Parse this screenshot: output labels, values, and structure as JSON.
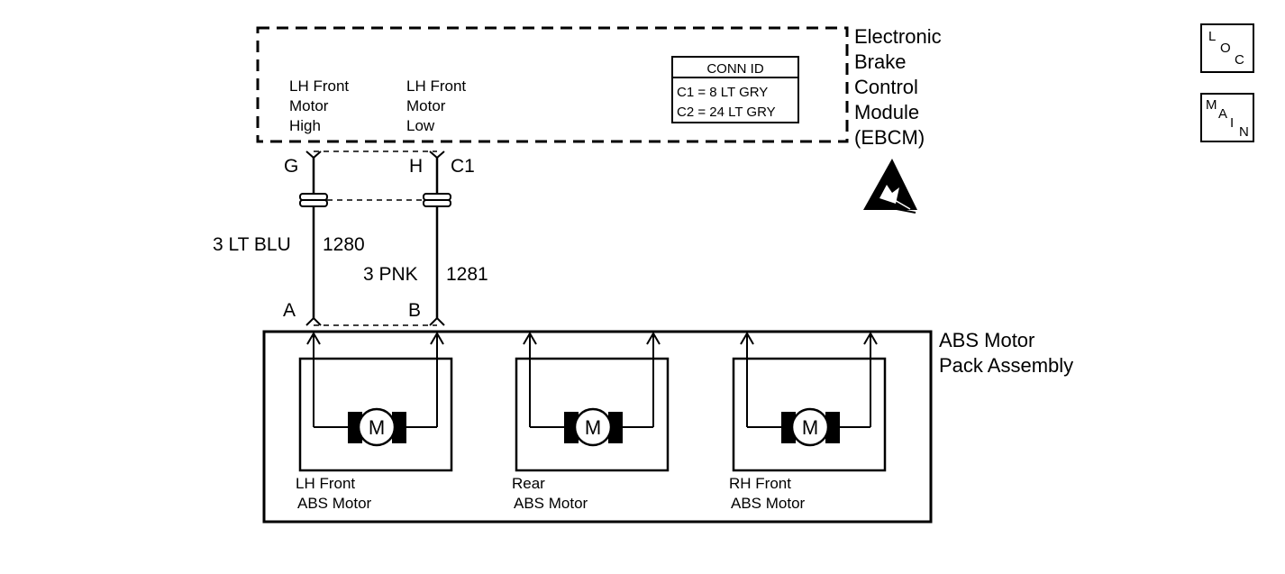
{
  "ebcm": {
    "name_lines": [
      "Electronic",
      "Brake",
      "Control",
      "Module",
      "(EBCM)"
    ],
    "pin_labels": {
      "high": [
        "LH Front",
        "Motor",
        "High"
      ],
      "low": [
        "LH Front",
        "Motor",
        "Low"
      ]
    },
    "conn_id": {
      "title": "CONN ID",
      "c1": "C1 = 8 LT GRY",
      "c2": "C2 = 24 LT GRY"
    }
  },
  "connector": {
    "pin_g": "G",
    "pin_h": "H",
    "name": "C1"
  },
  "wires": [
    {
      "size_color": "3 LT BLU",
      "circuit": "1280"
    },
    {
      "size_color": "3 PNK",
      "circuit": "1281"
    }
  ],
  "motor_pins": {
    "a": "A",
    "b": "B"
  },
  "assembly": {
    "name_lines": [
      "ABS Motor",
      "Pack Assembly"
    ],
    "motor_symbol": "M",
    "motors": [
      {
        "line1": "LH Front",
        "line2": "ABS Motor"
      },
      {
        "line1": "Rear",
        "line2": "ABS Motor"
      },
      {
        "line1": "RH Front",
        "line2": "ABS Motor"
      }
    ]
  },
  "nav": {
    "loc": [
      "L",
      "O",
      "C"
    ],
    "main": [
      "M",
      "A",
      "I",
      "N"
    ]
  }
}
